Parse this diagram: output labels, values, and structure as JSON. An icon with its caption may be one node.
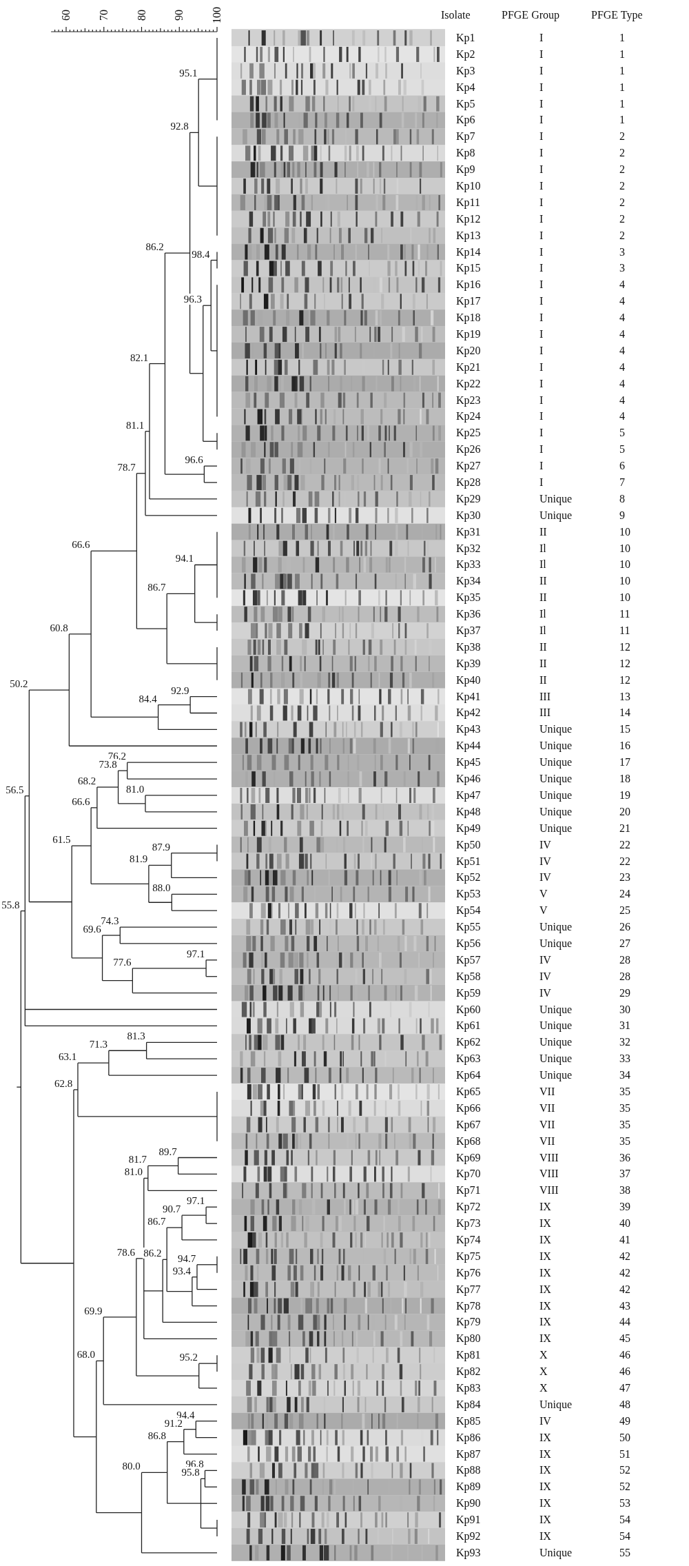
{
  "diagram": {
    "labels": [
      "60",
      "70",
      "80",
      "90",
      "100",
      "Isolate",
      "PFGE Group",
      "PFGE Type",
      "Kp1",
      "I",
      "1",
      "Kp2",
      "I",
      "1",
      "Kp3",
      "I",
      "1",
      "Kp4",
      "I",
      "1",
      "Kp5",
      "I",
      "1",
      "Kp6",
      "I",
      "1",
      "Kp7",
      "I",
      "2",
      "Kp8",
      "I",
      "2",
      "Kp9",
      "I",
      "2",
      "Kp10",
      "I",
      "2",
      "Kp11",
      "I",
      "2",
      "Kp12",
      "I",
      "2",
      "Kp13",
      "I",
      "2",
      "Kp14",
      "I",
      "3",
      "Kp15",
      "I",
      "3",
      "Kp16",
      "I",
      "4",
      "Kp17",
      "I",
      "4",
      "Kp18",
      "I",
      "4",
      "Kp19",
      "I",
      "4",
      "Kp20",
      "I",
      "4",
      "Kp21",
      "I",
      "4",
      "Kp22",
      "I",
      "4",
      "Kp23",
      "I",
      "4",
      "Kp24",
      "I",
      "4",
      "Kp25",
      "I",
      "5",
      "Kp26",
      "I",
      "5",
      "Kp27",
      "I",
      "6",
      "Kp28",
      "I",
      "7",
      "Kp29",
      "Unique",
      "8",
      "Kp30",
      "Unique",
      "9",
      "Kp31",
      "II",
      "10",
      "Kp32",
      "Il",
      "10",
      "Kp33",
      "Il",
      "10",
      "Kp34",
      "II",
      "10",
      "Kp35",
      "II",
      "10",
      "Kp36",
      "Il",
      "11",
      "Kp37",
      "Il",
      "11",
      "Kp38",
      "II",
      "12",
      "Kp39",
      "II",
      "12",
      "Kp40",
      "II",
      "12",
      "Kp41",
      "III",
      "13",
      "Kp42",
      "III",
      "14",
      "Kp43",
      "Unique",
      "15",
      "Kp44",
      "Unique",
      "16",
      "Kp45",
      "Unique",
      "17",
      "Kp46",
      "Unique",
      "18",
      "Kp47",
      "Unique",
      "19",
      "Kp48",
      "Unique",
      "20",
      "Kp49",
      "Unique",
      "21",
      "Kp50",
      "IV",
      "22",
      "Kp51",
      "IV",
      "22",
      "Kp52",
      "IV",
      "23",
      "Kp53",
      "V",
      "24",
      "Kp54",
      "V",
      "25",
      "Kp55",
      "Unique",
      "26",
      "Kp56",
      "Unique",
      "27",
      "Kp57",
      "IV",
      "28",
      "Kp58",
      "IV",
      "28",
      "Kp59",
      "IV",
      "29",
      "Kp60",
      "Unique",
      "30",
      "Kp61",
      "Unique",
      "31",
      "Kp62",
      "Unique",
      "32",
      "Kp63",
      "Unique",
      "33",
      "Kp64",
      "Unique",
      "34",
      "Kp65",
      "VII",
      "35",
      "Kp66",
      "VII",
      "35",
      "Kp67",
      "VII",
      "35",
      "Kp68",
      "VII",
      "35",
      "Kp69",
      "VIII",
      "36",
      "Kp70",
      "VIII",
      "37",
      "Kp71",
      "VIII",
      "38",
      "Kp72",
      "IX",
      "39",
      "Kp73",
      "IX",
      "40",
      "Kp74",
      "IX",
      "41",
      "Kp75",
      "IX",
      "42",
      "Kp76",
      "IX",
      "42",
      "Kp77",
      "IX",
      "42",
      "Kp78",
      "IX",
      "43",
      "Kp79",
      "IX",
      "44",
      "Kp80",
      "IX",
      "45",
      "Kp81",
      "X",
      "46",
      "Kp82",
      "X",
      "46",
      "Kp83",
      "X",
      "47",
      "Kp84",
      "Unique",
      "48",
      "Kp85",
      "IV",
      "49",
      "Kp86",
      "IX",
      "50",
      "Kp87",
      "IX",
      "51",
      "Kp88",
      "IX",
      "52",
      "Kp89",
      "IX",
      "52",
      "Kp90",
      "IX",
      "53",
      "Kp91",
      "IX",
      "54",
      "Kp92",
      "IX",
      "54",
      "Kp93",
      "Unique",
      "55",
      "95.1",
      "92.8",
      "98.4",
      "86.2",
      "96.3",
      "82.1",
      "81.1",
      "96.6",
      "78.7",
      "94.1",
      "86.7",
      "66.6",
      "60.8",
      "92.9",
      "84.4",
      "76.2",
      "73.8",
      "50.2",
      "68.2",
      "81.0",
      "66.6",
      "87.9",
      "81.9",
      "88.0",
      "56.5",
      "61.5",
      "74.3",
      "69.6",
      "97.1",
      "77.6",
      "81.3",
      "71.3",
      "55.8",
      "63.1",
      "89.7",
      "81.7",
      "97.1",
      "90.7",
      "81.0",
      "86.7",
      "94.7",
      "86.2",
      "93.4",
      "78.6",
      "62.8",
      "69.9",
      "95.2",
      "68.0",
      "94.4",
      "91.2",
      "86.8",
      "96.8",
      "95.8",
      "80.0"
    ]
  }
}
